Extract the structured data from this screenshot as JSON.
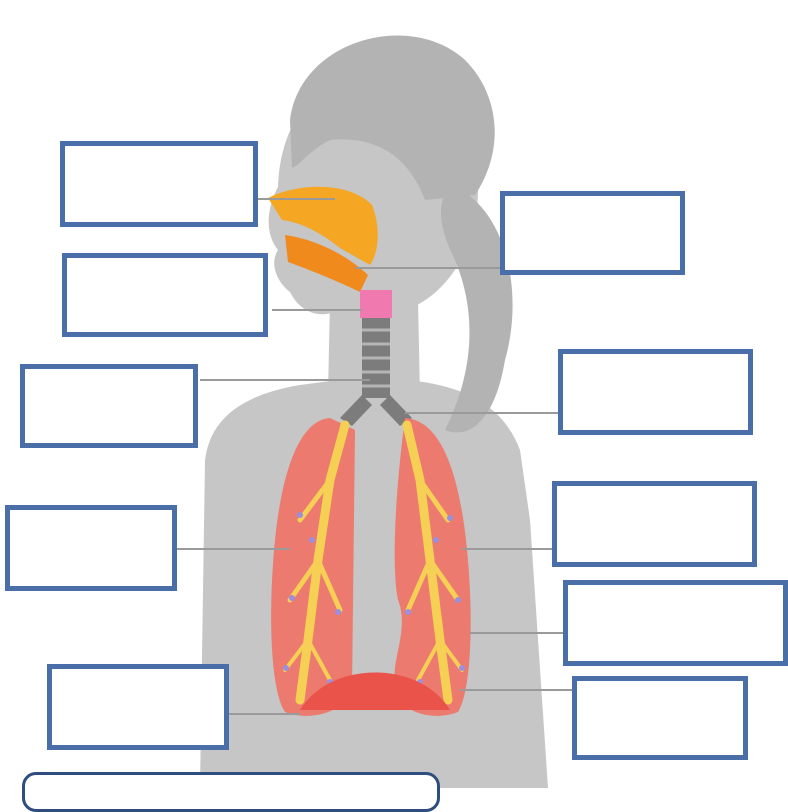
{
  "diagram": {
    "subject": "respiratory-system",
    "colors": {
      "silhouette": "#c4c4c4",
      "box_border": "#4a6fa8",
      "leader_line": "#9a9a9a",
      "nasal_cavity": "#f5a623",
      "pharynx": "#f08a1c",
      "larynx": "#f07ab0",
      "trachea": "#7c7c7c",
      "lung": "#ec7a6e",
      "bronchi": "#f6cf55",
      "alveoli": "#9b8fe0",
      "diaphragm": "#e9534a"
    },
    "label_boxes": [
      {
        "id": "box-nasal-cavity",
        "text": "",
        "interactable": true
      },
      {
        "id": "box-pharynx",
        "text": "",
        "interactable": true
      },
      {
        "id": "box-larynx",
        "text": "",
        "interactable": true
      },
      {
        "id": "box-trachea",
        "text": "",
        "interactable": true
      },
      {
        "id": "box-bronchus",
        "text": "",
        "interactable": true
      },
      {
        "id": "box-left-lung",
        "text": "",
        "interactable": true
      },
      {
        "id": "box-bronchiole",
        "text": "",
        "interactable": true
      },
      {
        "id": "box-right-lung",
        "text": "",
        "interactable": true
      },
      {
        "id": "box-alveoli",
        "text": "",
        "interactable": true
      },
      {
        "id": "box-diaphragm",
        "text": "",
        "interactable": true
      }
    ],
    "bottom_panel_text": ""
  }
}
